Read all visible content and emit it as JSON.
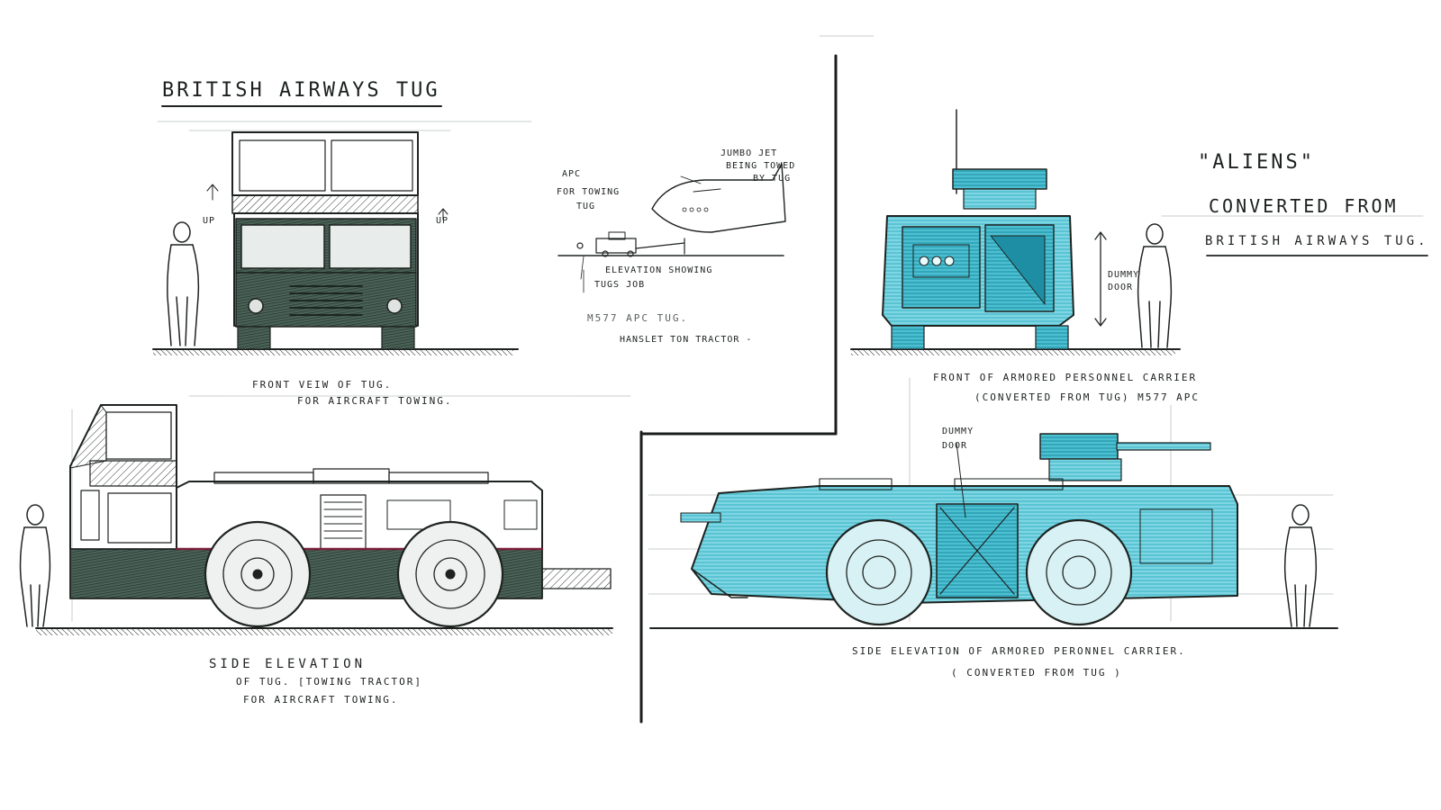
{
  "left_sheet": {
    "title": "BRITISH AIRWAYS TUG",
    "front_view_caption": [
      "FRONT  VEIW OF TUG.",
      "FOR AIRCRAFT TOWING."
    ],
    "side_caption": [
      "SIDE  ELEVATION",
      "OF  TUG. [TOWING TRACTOR]",
      "FOR AIRCRAFT TOWING."
    ],
    "front_marks": [
      "UP",
      "UP"
    ]
  },
  "inset": {
    "apc_label": [
      "APC",
      "FOR TOWING",
      "TUG"
    ],
    "jet_label": [
      "JUMBO JET",
      "BEING TOWED",
      "BY TUG"
    ],
    "caption": [
      "ELEVATION SHOWING",
      "TUGS JOB"
    ],
    "model": [
      "M577 APC TUG.",
      "HANSLET TON TRACTOR -"
    ]
  },
  "right_sheet": {
    "title": "\"ALIENS\"",
    "subtitle": [
      "CONVERTED FROM",
      "BRITISH AIRWAYS TUG."
    ],
    "front_dummy_door": [
      "DUMMY",
      "DOOR"
    ],
    "front_caption": [
      "FRONT OF ARMORED PERSONNEL CARRIER",
      "(CONVERTED  FROM TUG)  M577 APC"
    ],
    "side_dummy_door": [
      "DUMMY",
      "DOOR"
    ],
    "side_caption": [
      "SIDE  ELEVATION OF ARMORED PERONNEL CARRIER.",
      "( CONVERTED  FROM TUG )"
    ]
  },
  "colors": {
    "ink": "#1e2320",
    "tug_shade": "#2f4a40",
    "apc_cyan": "#4fc7d8",
    "accent_red": "#7a1e3a"
  }
}
